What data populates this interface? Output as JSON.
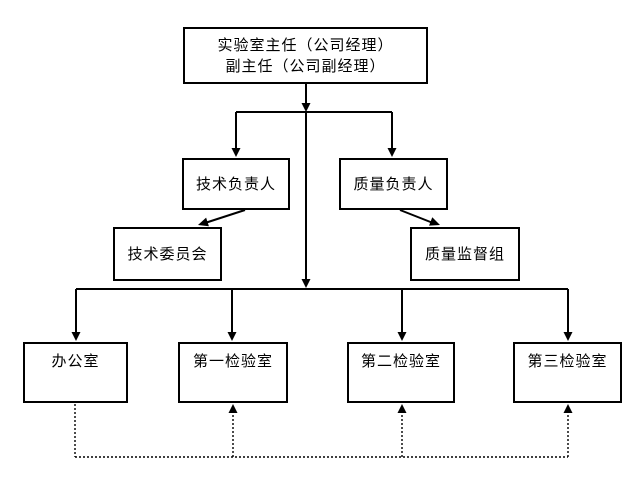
{
  "diagram": {
    "type": "org-chart",
    "background": "#ffffff",
    "colors": {
      "line": "#000000",
      "box_border": "#000000",
      "text": "#000000"
    },
    "nodes": {
      "director": {
        "line1": "实验室主任（公司经理）",
        "line2": "副主任（公司副经理）"
      },
      "technical_manager": {
        "label": "技术负责人"
      },
      "quality_manager": {
        "label": "质量负责人"
      },
      "technical_committee": {
        "label": "技术委员会"
      },
      "quality_supervision_group": {
        "label": "质量监督组"
      },
      "office": {
        "label": "办公室"
      },
      "inspection_room_1": {
        "label": "第一检验室"
      },
      "inspection_room_2": {
        "label": "第二检验室"
      },
      "inspection_room_3": {
        "label": "第三检验室"
      }
    },
    "edges": {
      "solid_arrows": [
        {
          "from": "director",
          "to": "technical_manager"
        },
        {
          "from": "director",
          "to": "quality_manager"
        },
        {
          "from": "technical_manager",
          "to": "technical_committee"
        },
        {
          "from": "quality_manager",
          "to": "quality_supervision_group"
        },
        {
          "from": "director",
          "to": "office"
        },
        {
          "from": "director",
          "to": "inspection_room_1"
        },
        {
          "from": "director",
          "to": "inspection_room_2"
        },
        {
          "from": "director",
          "to": "inspection_room_3"
        }
      ],
      "dotted_arrows": [
        {
          "from": "office",
          "to": "inspection_room_1"
        },
        {
          "from": "office",
          "to": "inspection_room_2"
        },
        {
          "from": "office",
          "to": "inspection_room_3"
        }
      ]
    }
  }
}
